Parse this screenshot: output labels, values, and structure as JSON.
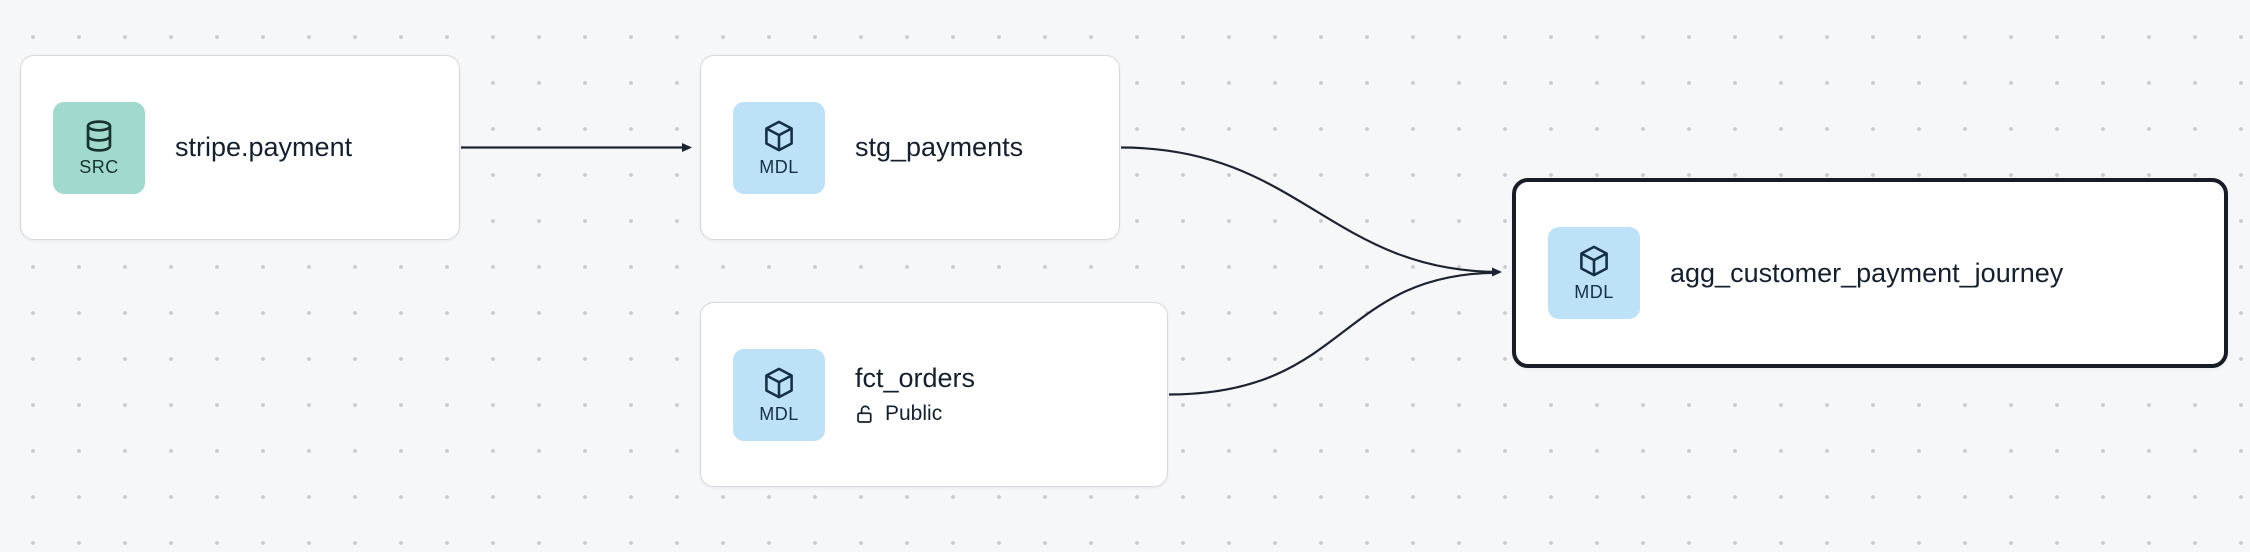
{
  "colors": {
    "canvas_bg": "#f6f7f9",
    "dot_color": "#c9ccd2",
    "edge_color": "#1b2430",
    "node_border": "#d6dade",
    "selected_border": "#161d27",
    "text_color": "#14202e",
    "src_badge_bg": "#a2d9cf",
    "src_badge_fg": "#17332e",
    "mdl_badge_bg": "#bde1f6",
    "mdl_badge_fg": "#152f45"
  },
  "nodes": [
    {
      "id": "stripe.payment",
      "type": "source",
      "badge": "SRC",
      "label": "stripe.payment",
      "selected": false
    },
    {
      "id": "stg_payments",
      "type": "model",
      "badge": "MDL",
      "label": "stg_payments",
      "selected": false
    },
    {
      "id": "fct_orders",
      "type": "model",
      "badge": "MDL",
      "label": "fct_orders",
      "access": "Public",
      "selected": false
    },
    {
      "id": "agg_customer_payment_journey",
      "type": "model",
      "badge": "MDL",
      "label": "agg_customer_payment_journey",
      "selected": true
    }
  ],
  "edges": [
    {
      "from": "stripe.payment",
      "to": "stg_payments"
    },
    {
      "from": "stg_payments",
      "to": "agg_customer_payment_journey"
    },
    {
      "from": "fct_orders",
      "to": "agg_customer_payment_journey"
    }
  ]
}
